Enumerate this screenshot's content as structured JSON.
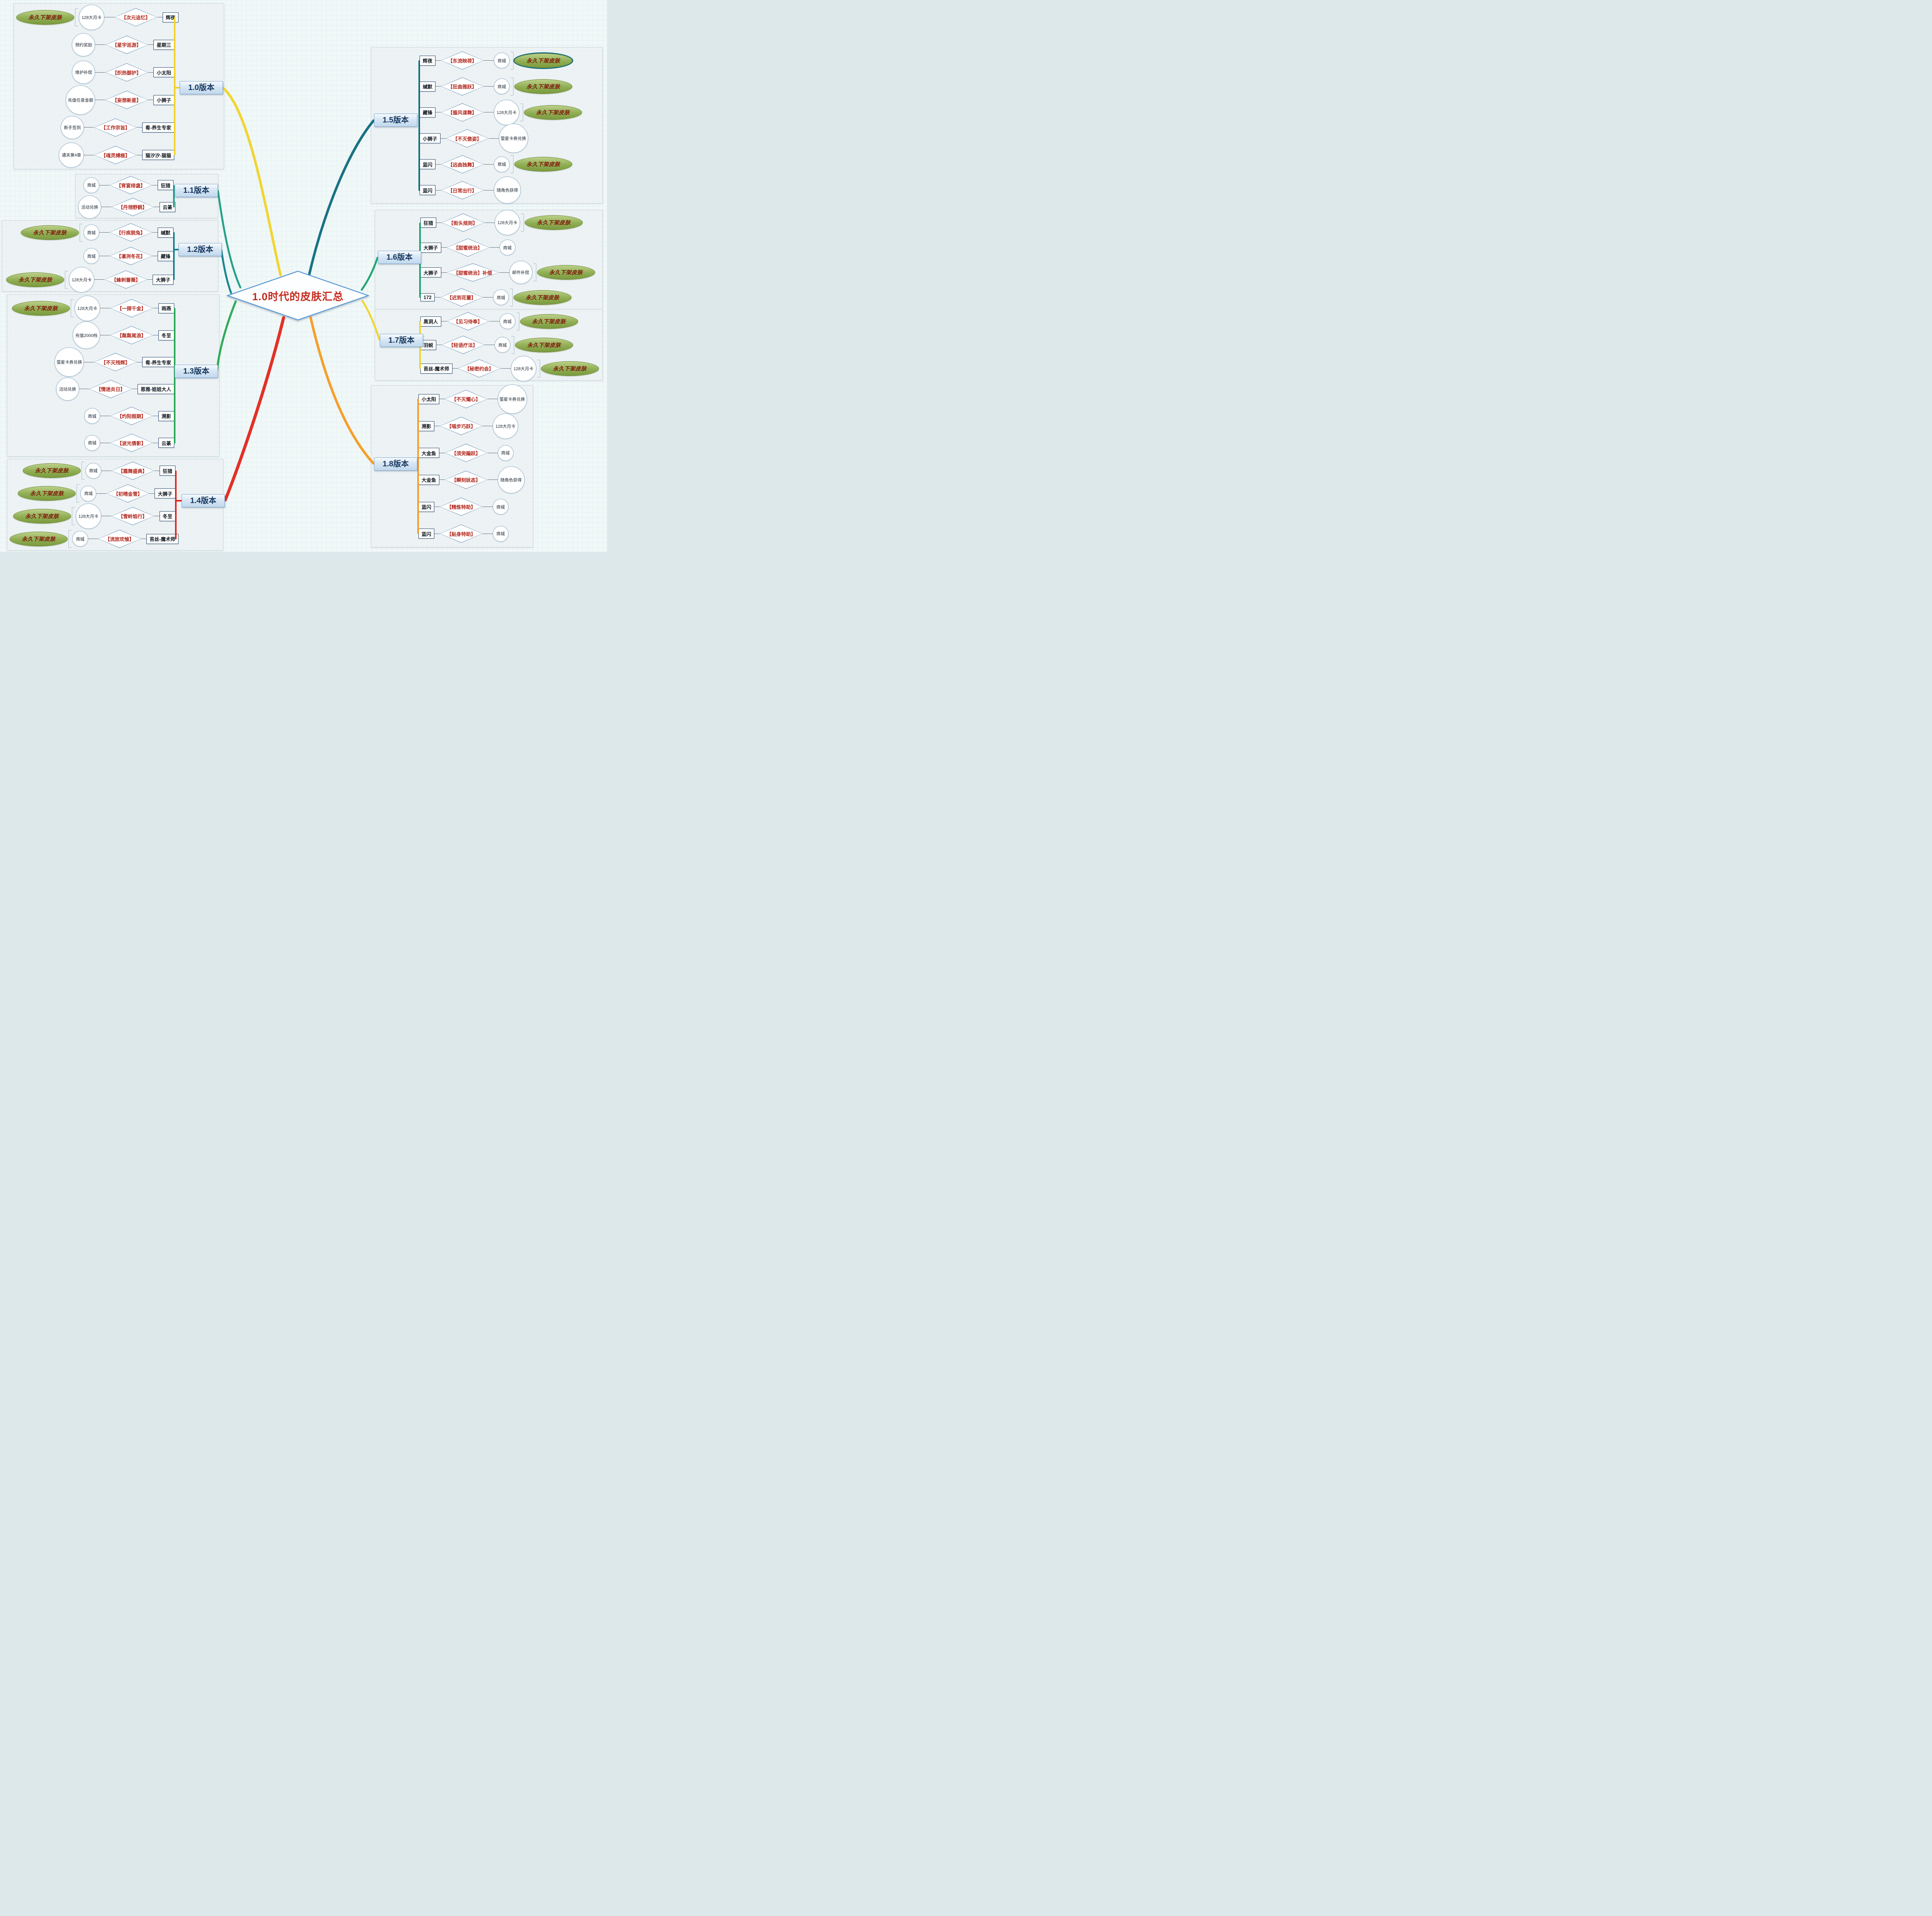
{
  "center_title": "1.0时代的皮肤汇总",
  "retired_label": "永久下架皮肤",
  "versions": [
    {
      "label": "1.0版本",
      "color": "#f0d327",
      "side": "left",
      "rows": [
        {
          "acq": "128大月卡",
          "skin": "【次元追忆】",
          "owner": "辉夜",
          "retired": true
        },
        {
          "acq": "预约奖励",
          "skin": "【星宇巡游】",
          "owner": "星期三"
        },
        {
          "acq": "维护补偿",
          "skin": "【炽热御护】",
          "owner": "小太阳"
        },
        {
          "acq": "充值任意金额",
          "skin": "【妄想新星】",
          "owner": "小狮子"
        },
        {
          "acq": "新手签到",
          "skin": "【工作宗旨】",
          "owner": "肴-养生专家"
        },
        {
          "acq": "通关第4章",
          "skin": "【魂灵缚痕】",
          "owner": "猫汐汐-猫猫"
        }
      ]
    },
    {
      "label": "1.1版本",
      "color": "#1a9c82",
      "side": "left",
      "rows": [
        {
          "acq": "商城",
          "skin": "【宵宴绯盏】",
          "owner": "狂猎"
        },
        {
          "acq": "活动兑换",
          "skin": "【丹翎野鹤】",
          "owner": "云篆"
        }
      ]
    },
    {
      "label": "1.2版本",
      "color": "#0f7f8b",
      "side": "left",
      "rows": [
        {
          "acq": "商城",
          "skin": "【行疾脱兔】",
          "owner": "缄默",
          "retired": true
        },
        {
          "acq": "商城",
          "skin": "【凛冽冬花】",
          "owner": "藏锋"
        },
        {
          "acq": "128大月卡",
          "skin": "【蜂刺蔷薇】",
          "owner": "大狮子",
          "retired": true
        }
      ]
    },
    {
      "label": "1.3版本",
      "color": "#27a653",
      "side": "left",
      "rows": [
        {
          "acq": "128大月卡",
          "skin": "【一掷千金】",
          "owner": "雨燕",
          "retired": true
        },
        {
          "acq": "充值2000档",
          "skin": "【粼粼尾浪】",
          "owner": "冬至"
        },
        {
          "acq": "萤星卡券兑换",
          "skin": "【不灭残辉】",
          "owner": "肴-养生专家"
        },
        {
          "acq": "活动兑换",
          "skin": "【情迷炎日】",
          "owner": "恩雅-姐姐大人"
        },
        {
          "acq": "商城",
          "skin": "【灼阳假期】",
          "owner": "溯影"
        },
        {
          "acq": "商城",
          "skin": "【波光倩影】",
          "owner": "云篆"
        }
      ]
    },
    {
      "label": "1.4版本",
      "color": "#e1251b",
      "side": "left",
      "rows": [
        {
          "acq": "商城",
          "skin": "【霜舞盛典】",
          "owner": "狂猎",
          "retired": true
        },
        {
          "acq": "商城",
          "skin": "【初晴金雪】",
          "owner": "大狮子",
          "retired": true
        },
        {
          "acq": "128大月卡",
          "skin": "【雪岭焰行】",
          "owner": "冬至",
          "retired": true
        },
        {
          "acq": "商城",
          "skin": "【流放欢愉】",
          "owner": "苔丝-魔术师",
          "retired": true
        }
      ]
    },
    {
      "label": "1.5版本",
      "color": "#0d6a7d",
      "side": "right",
      "rows": [
        {
          "owner": "辉夜",
          "skin": "【东流映荷】",
          "acq": "商城",
          "retired": true,
          "ringed": true
        },
        {
          "owner": "缄默",
          "skin": "【狂曲雅跃】",
          "acq": "商城",
          "retired": true
        },
        {
          "owner": "藏锋",
          "skin": "【循风谍舞】",
          "acq": "128大月卡",
          "retired": true
        },
        {
          "owner": "小狮子",
          "skin": "【不灭傲姿】",
          "acq": "萤星卡券兑换"
        },
        {
          "owner": "蓝闪",
          "skin": "【远曲独舞】",
          "acq": "商城",
          "retired": true
        },
        {
          "owner": "蓝闪",
          "skin": "【日常出行】",
          "acq": "随角色获得"
        }
      ]
    },
    {
      "label": "1.6版本",
      "color": "#17a06b",
      "side": "right",
      "rows": [
        {
          "owner": "狂猎",
          "skin": "【街头规则】",
          "acq": "128大月卡",
          "retired": true
        },
        {
          "owner": "大狮子",
          "skin": "【甜蜜统治】",
          "acq": "商城"
        },
        {
          "owner": "大狮子",
          "skin": "【甜蜜统治】补偿",
          "acq": "邮件补偿",
          "retired": true
        },
        {
          "owner": "172",
          "skin": "【迟到花蕾】",
          "acq": "商城",
          "retired": true
        }
      ]
    },
    {
      "label": "1.7版本",
      "color": "#f0d327",
      "side": "right",
      "rows": [
        {
          "owner": "黑洞人",
          "skin": "【见习侍奉】",
          "acq": "商城",
          "retired": true
        },
        {
          "owner": "羽蜕",
          "skin": "【轻语疗法】",
          "acq": "商城",
          "retired": true
        },
        {
          "owner": "苔丝-魔术师",
          "skin": "【秘密约会】",
          "acq": "128大月卡",
          "retired": true
        }
      ]
    },
    {
      "label": "1.8版本",
      "color": "#f59a1f",
      "side": "right",
      "rows": [
        {
          "owner": "小太阳",
          "skin": "【不灭耀心】",
          "acq": "萤星卡券兑换"
        },
        {
          "owner": "溯影",
          "skin": "【喵步巧跃】",
          "acq": "128大月卡"
        },
        {
          "owner": "大金鱼",
          "skin": "【须臾蹁跃】",
          "acq": "商城"
        },
        {
          "owner": "大金鱼",
          "skin": "【瞬刻妩态】",
          "acq": "随角色获得"
        },
        {
          "owner": "蓝闪",
          "skin": "【精炼特助】",
          "acq": "商城"
        },
        {
          "owner": "蓝闪",
          "skin": "【贴身特助】",
          "acq": "商城"
        }
      ]
    }
  ]
}
